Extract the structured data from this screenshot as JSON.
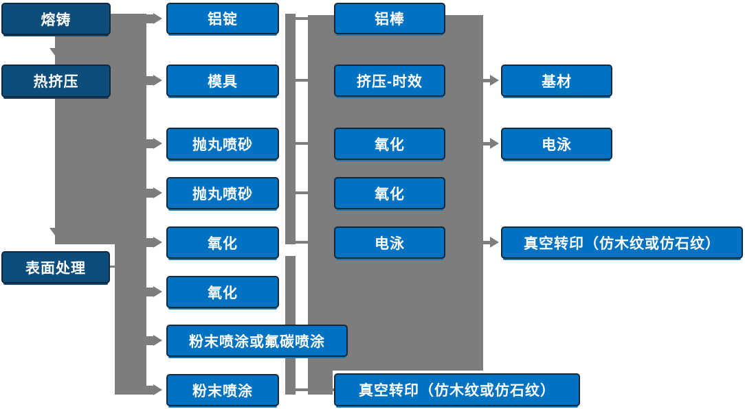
{
  "diagram_type": "aluminum-profile-production-flowchart",
  "colors": {
    "dark_box": "#0d4d7c",
    "light_box": "#0072c2",
    "box_border": "#15273a",
    "connector_gray": "#7d7d7d",
    "text": "#ffffff",
    "background": "#ffffff"
  },
  "nodes": [
    {
      "id": "melting-casting",
      "label": "熔铸"
    },
    {
      "id": "hot-extrusion",
      "label": "热挤压"
    },
    {
      "id": "surface-treatment",
      "label": "表面处理"
    },
    {
      "id": "aluminum-ingot",
      "label": "铝锭"
    },
    {
      "id": "mold",
      "label": "模具"
    },
    {
      "id": "shot-blasting-1",
      "label": "抛丸喷砂"
    },
    {
      "id": "shot-blasting-2",
      "label": "抛丸喷砂"
    },
    {
      "id": "oxidation-1",
      "label": "氧化"
    },
    {
      "id": "oxidation-2",
      "label": "氧化"
    },
    {
      "id": "powder-or-fluorocarbon-coating",
      "label": "粉末喷涂或氟碳喷涂"
    },
    {
      "id": "powder-coating",
      "label": "粉末喷涂"
    },
    {
      "id": "aluminum-rod",
      "label": "铝棒"
    },
    {
      "id": "extrusion-aging",
      "label": "挤压-时效"
    },
    {
      "id": "oxidation-3",
      "label": "氧化"
    },
    {
      "id": "oxidation-4",
      "label": "氧化"
    },
    {
      "id": "electrophoresis-1",
      "label": "电泳"
    },
    {
      "id": "vacuum-transfer-print-1",
      "label": "真空转印（仿木纹或仿石纹）"
    },
    {
      "id": "substrate",
      "label": "基材"
    },
    {
      "id": "electrophoresis-2",
      "label": "电泳"
    },
    {
      "id": "vacuum-transfer-print-2",
      "label": "真空转印（仿木纹或仿石纹）"
    }
  ],
  "connections": [
    "melting-casting → hot-extrusion",
    "hot-extrusion → surface-treatment",
    "left-band → aluminum-ingot / mold / shot-blasting-1 / shot-blasting-2 / oxidation-1 / oxidation-2 / powder-or-fluorocarbon-coating / powder-coating",
    "aluminum-ingot / mold / shot-blasting-1 / shot-blasting-2 / oxidation-1 → center-block (铝棒 / 挤压-时效 / 氧化 / 氧化 / 电泳)",
    "center-block → substrate",
    "center-block → electrophoresis-2",
    "center-block → vacuum-transfer-print-2",
    "powder-coating → vacuum-transfer-print-1"
  ]
}
